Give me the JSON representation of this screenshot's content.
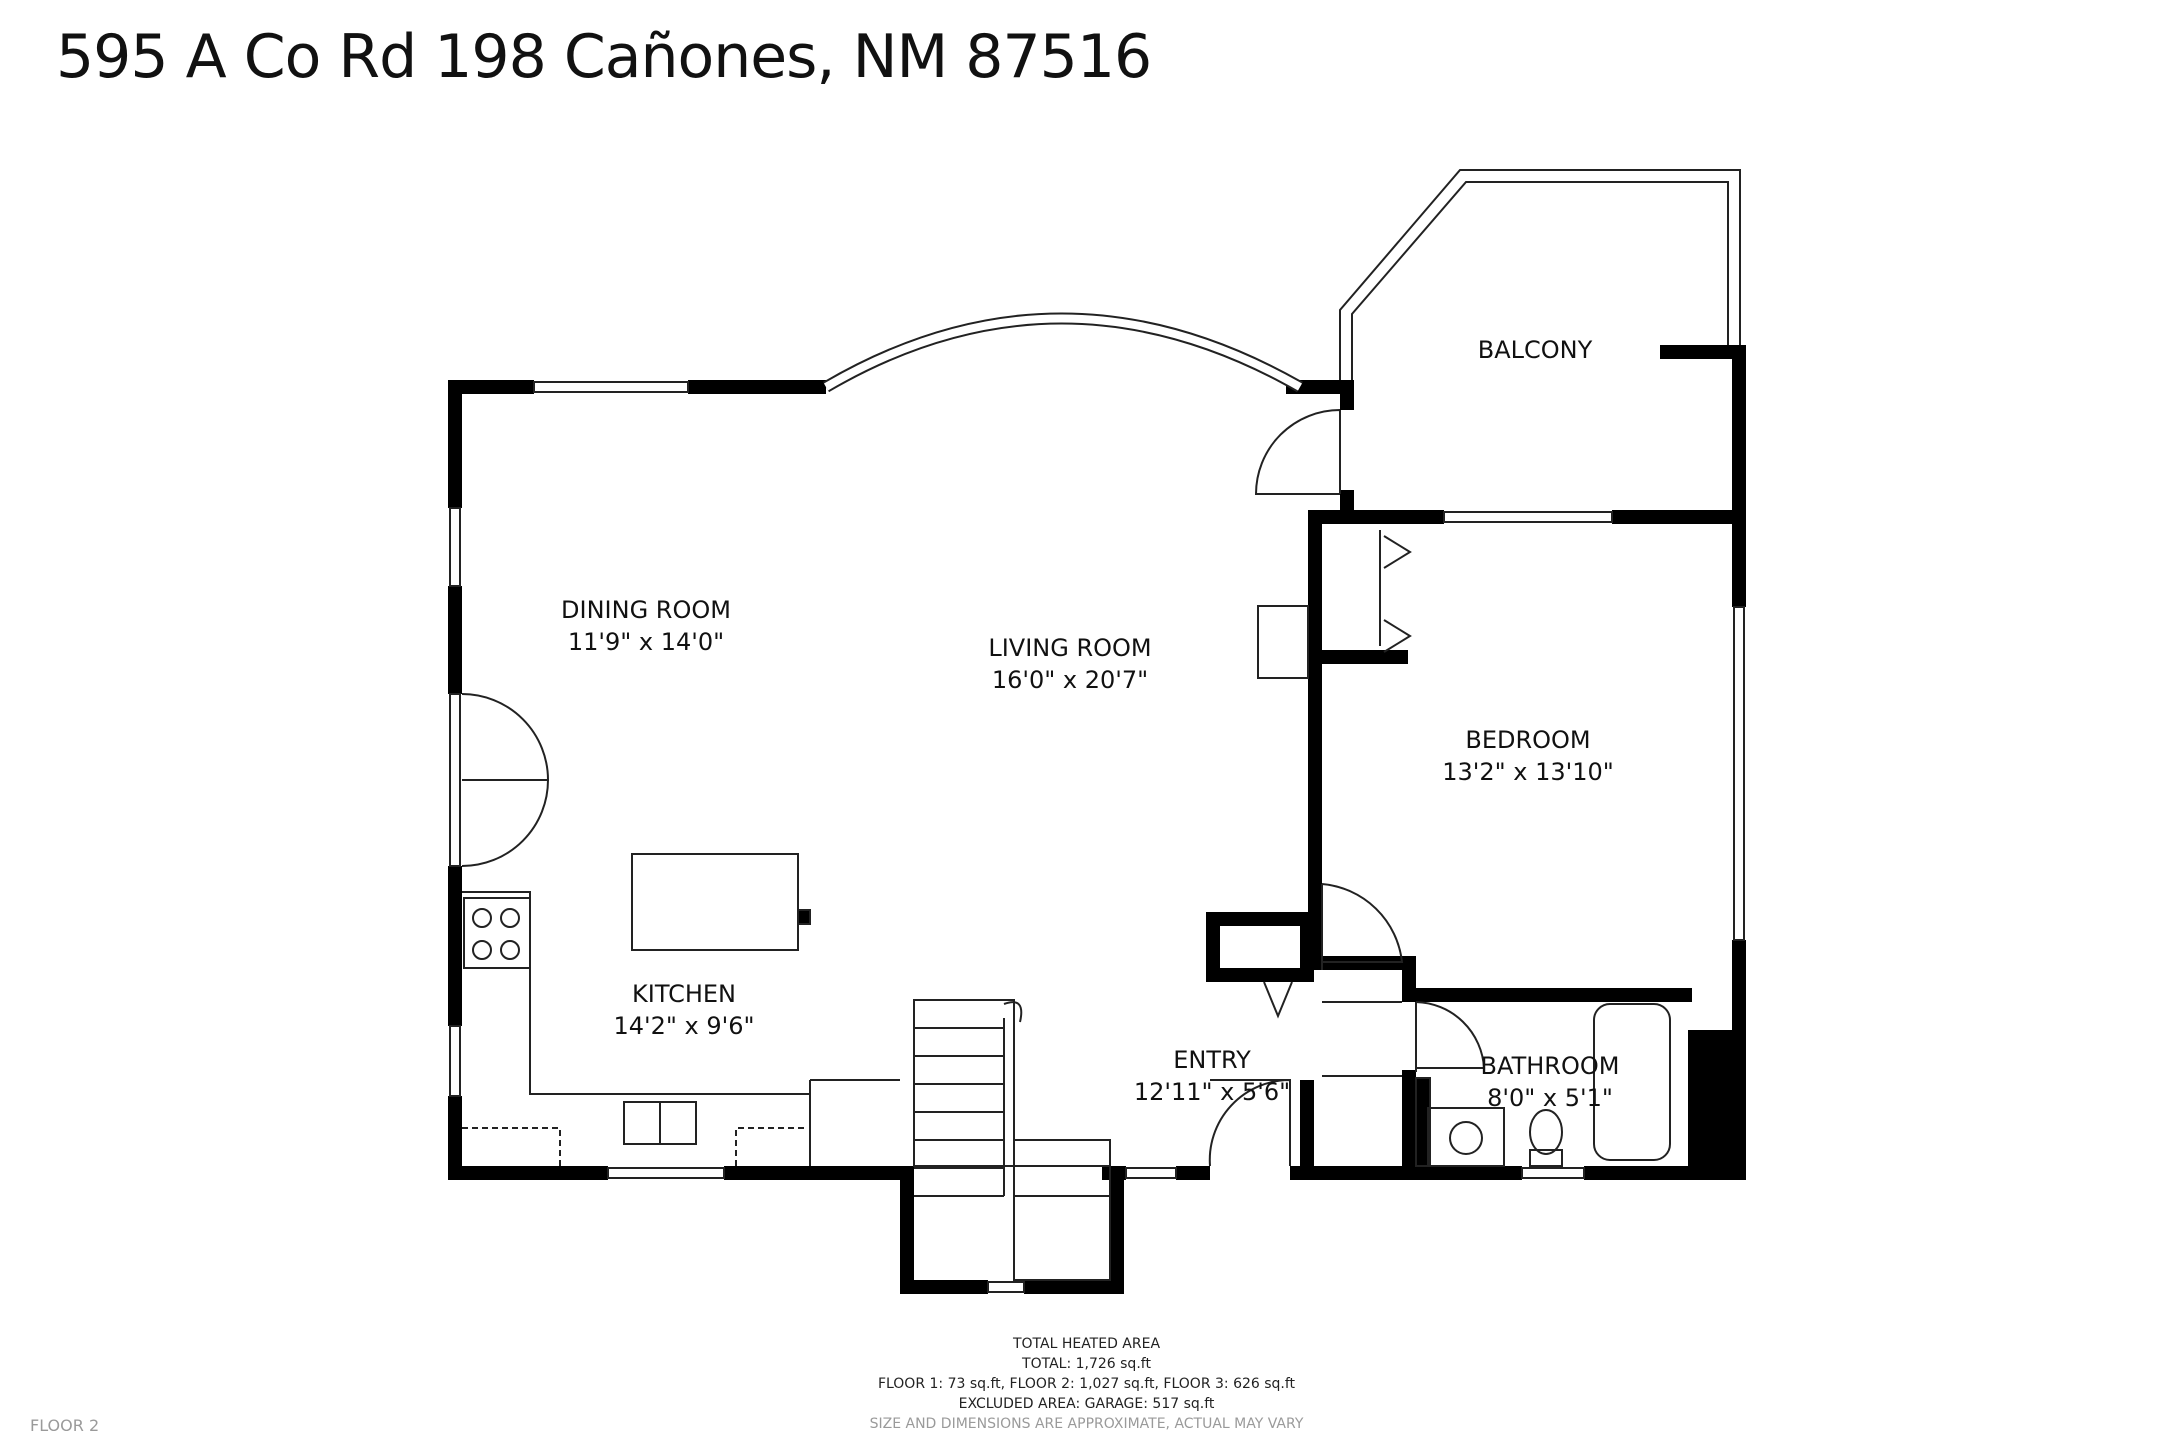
{
  "address": "595 A Co Rd 198 Cañones, NM 87516",
  "rooms": {
    "balcony": {
      "name": "BALCONY"
    },
    "dining": {
      "name": "DINING ROOM",
      "size": "11'9\" x 14'0\""
    },
    "living": {
      "name": "LIVING ROOM",
      "size": "16'0\" x 20'7\""
    },
    "bedroom": {
      "name": "BEDROOM",
      "size": "13'2\" x 13'10\""
    },
    "kitchen": {
      "name": "KITCHEN",
      "size": "14'2\" x 9'6\""
    },
    "entry": {
      "name": "ENTRY",
      "size": "12'11\" x 5'6\""
    },
    "bathroom": {
      "name": "BATHROOM",
      "size": "8'0\" x 5'1\""
    }
  },
  "summary": {
    "heading": "TOTAL HEATED AREA",
    "total": "TOTAL: 1,726 sq.ft",
    "floors": "FLOOR 1: 73 sq.ft, FLOOR 2: 1,027 sq.ft, FLOOR 3: 626 sq.ft",
    "excluded": "EXCLUDED AREA: GARAGE: 517 sq.ft",
    "disclaimer": "SIZE AND DIMENSIONS ARE APPROXIMATE, ACTUAL MAY VARY"
  },
  "floor_label": "FLOOR 2",
  "colors": {
    "wall": "#000000",
    "line": "#222222",
    "muted": "#9a9a9a",
    "background": "#ffffff"
  }
}
